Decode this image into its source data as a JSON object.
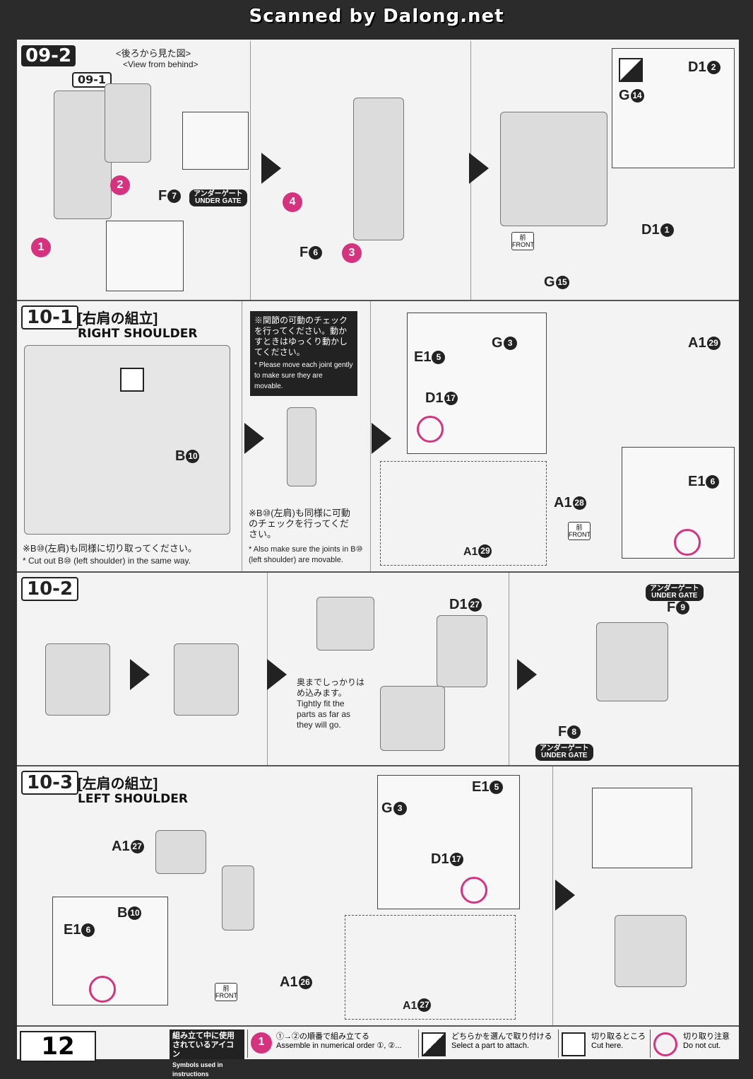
{
  "banner": "Scanned by Dalong.net",
  "page_number": "12",
  "step_09_2": {
    "label": "09-2",
    "view_jp": "<後ろから見た図>",
    "view_en": "<View from behind>",
    "ref": "09-1",
    "parts": {
      "f7": "F",
      "f7_num": "7",
      "f6": "F",
      "f6_num": "6",
      "d1_2": "D1",
      "d1_2_num": "2",
      "g14": "G",
      "g14_num": "14",
      "d1_1": "D1",
      "d1_1_num": "1",
      "g15": "G",
      "g15_num": "15"
    },
    "under_gate_jp": "アンダーゲート",
    "under_gate_en": "UNDER GATE",
    "front_jp": "前",
    "front_en": "FRONT",
    "badges": [
      "1",
      "2",
      "3",
      "4"
    ]
  },
  "step_10_1": {
    "label": "10-1",
    "title_jp": "[右肩の組立]",
    "title_en": "RIGHT SHOULDER",
    "part_b10": "B",
    "part_b10_num": "10",
    "cut_note_jp": "※B⑩(左肩)も同様に切り取ってください。",
    "cut_note_en": "* Cut out B⑩ (left shoulder) in the same way.",
    "joint_box_jp": "※関節の可動のチェックを行ってください。動かすときはゆっくり動かしてください。",
    "joint_box_en": "* Please move each joint gently to make sure they are movable.",
    "also_jp": "※B⑩(左肩)も同様に可動のチェックを行ってください。",
    "also_en": "* Also make sure the joints in B⑩ (left shoulder) are movable.",
    "parts": {
      "e1_5": "E1",
      "e1_5_num": "5",
      "g3": "G",
      "g3_num": "3",
      "d1_17": "D1",
      "d1_17_num": "17",
      "a1_29": "A1",
      "a1_29_num": "29",
      "a1_28": "A1",
      "a1_28_num": "28",
      "e1_6": "E1",
      "e1_6_num": "6",
      "a1_29b": "A1",
      "a1_29b_num": "29"
    },
    "front_jp": "前",
    "front_en": "FRONT"
  },
  "step_10_2": {
    "label": "10-2",
    "fit_jp": "奥までしっかりはめ込みます。",
    "fit_en": "Tightly fit the parts as far as they will go.",
    "parts": {
      "d1_27": "D1",
      "d1_27_num": "27",
      "f9": "F",
      "f9_num": "9",
      "f8": "F",
      "f8_num": "8"
    },
    "under_gate_jp": "アンダーゲート",
    "under_gate_en": "UNDER GATE"
  },
  "step_10_3": {
    "label": "10-3",
    "title_jp": "[左肩の組立]",
    "title_en": "LEFT SHOULDER",
    "parts": {
      "a1_27": "A1",
      "a1_27_num": "27",
      "g3": "G",
      "g3_num": "3",
      "e1_5": "E1",
      "e1_5_num": "5",
      "d1_17": "D1",
      "d1_17_num": "17",
      "b10": "B",
      "b10_num": "10",
      "e1_6": "E1",
      "e1_6_num": "6",
      "a1_26": "A1",
      "a1_26_num": "26",
      "a1_27b": "A1",
      "a1_27b_num": "27"
    },
    "front_jp": "前",
    "front_en": "FRONT"
  },
  "legend": {
    "header_jp": "組み立て中に使用されているアイコン",
    "header_en": "Symbols used in instructions",
    "order_jp": "①→②の順番で組み立てる",
    "order_en": "Assemble in numerical order ①, ②...",
    "select_jp": "どちらかを選んで取り付ける",
    "select_en": "Select a part to attach.",
    "cut_jp": "切り取るところ",
    "cut_en": "Cut here.",
    "nocut_jp": "切り取り注意",
    "nocut_en": "Do not cut."
  },
  "colors": {
    "accent": "#d6337f",
    "ink": "#222222"
  }
}
